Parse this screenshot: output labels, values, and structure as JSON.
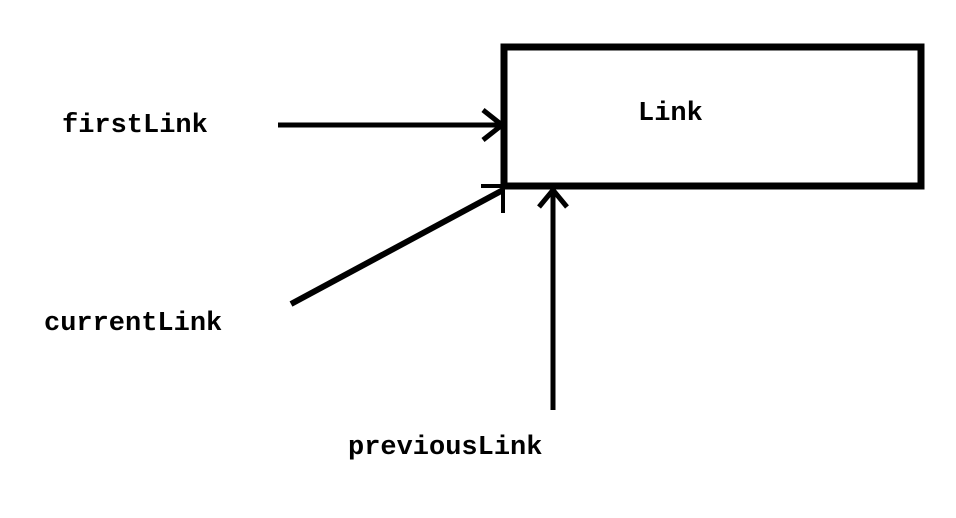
{
  "diagram": {
    "node": {
      "label": "Link"
    },
    "pointers": [
      {
        "id": "first",
        "label": "firstLink",
        "target": "Link"
      },
      {
        "id": "current",
        "label": "currentLink",
        "target": "Link"
      },
      {
        "id": "previous",
        "label": "previousLink",
        "target": "Link"
      }
    ]
  }
}
